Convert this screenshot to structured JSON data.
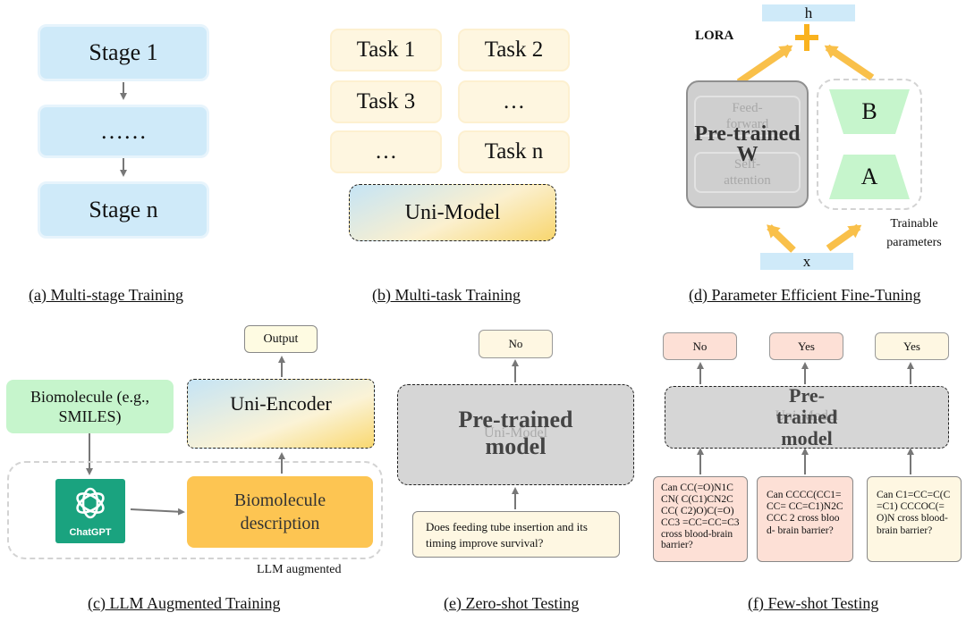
{
  "panel_a": {
    "stages": [
      "Stage 1",
      "……",
      "Stage n"
    ],
    "caption": "(a) Multi-stage Training"
  },
  "panel_b": {
    "tasks": [
      "Task 1",
      "Task 2",
      "Task 3",
      "…",
      "…",
      "Task n"
    ],
    "model": "Uni-Model",
    "caption": "(b) Multi-task Training"
  },
  "panel_d": {
    "method": "LORA",
    "output": "h",
    "input": "x",
    "layer_top": "Feed-forward",
    "layer_bottom": "Self-attention",
    "weights": "Pre-trained W",
    "matrix_b": "B",
    "matrix_a": "A",
    "trainable": "Trainable parameters",
    "caption": "(d) Parameter Efficient Fine-Tuning"
  },
  "panel_c": {
    "output": "Output",
    "encoder": "Uni-Encoder",
    "biomolecule": "Biomolecule (e.g., SMILES)",
    "chatgpt": "ChatGPT",
    "description": "Biomolecule description",
    "augmented": "LLM augmented",
    "caption": "(c) LLM Augmented Training"
  },
  "panel_e": {
    "answer": "No",
    "model_title": "Pre-trained model",
    "model_sub": "Uni-Model",
    "question": "Does feeding tube insertion and its timing improve survival?",
    "caption": "(e) Zero-shot Testing"
  },
  "panel_f": {
    "answers": [
      "No",
      "Yes",
      "Yes"
    ],
    "model_title": "Pre-trained model",
    "model_sub": "Uni-Model",
    "questions": [
      "Can CC(=O)N1CCN( C(C1)CN2CCC( C2)O)C(=O)CC3 =CC=CC=C3 cross blood-brain barrier?",
      "Can CCCC(CC1=CC= CC=C1)N2CCCC 2 cross blood- brain barrier?",
      "Can C1=CC=C(C=C1) CCCOC(=O)N cross blood-brain barrier?"
    ],
    "caption": "(f) Few-shot Testing"
  },
  "colors": {
    "stage_fill": "#cfeaf9",
    "task_fill": "#fef6e0",
    "arrow_orange": "#f9c04a",
    "green_fill": "#c6f5cc",
    "orange_fill": "#fdc552",
    "pink_fill": "#fde0d6",
    "gray_fill": "#cfcfcf"
  }
}
